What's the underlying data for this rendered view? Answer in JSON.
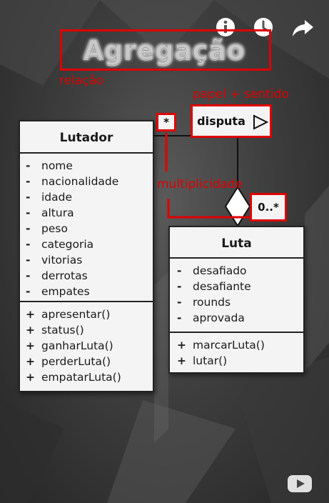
{
  "title": "Agregação",
  "annotations": {
    "relation_label": "relação",
    "role_label": "papel + sentido",
    "multiplicity_label": "multiplicidade"
  },
  "association": {
    "source_multiplicity": "*",
    "role": "disputa",
    "target_multiplicity": "0..*",
    "kind": "aggregation"
  },
  "classes": {
    "lutador": {
      "name": "Lutador",
      "attributes": [
        {
          "vis": "-",
          "name": "nome"
        },
        {
          "vis": "-",
          "name": "nacionalidade"
        },
        {
          "vis": "-",
          "name": "idade"
        },
        {
          "vis": "-",
          "name": "altura"
        },
        {
          "vis": "-",
          "name": "peso"
        },
        {
          "vis": "-",
          "name": "categoria"
        },
        {
          "vis": "-",
          "name": "vitorias"
        },
        {
          "vis": "-",
          "name": "derrotas"
        },
        {
          "vis": "-",
          "name": "empates"
        }
      ],
      "methods": [
        {
          "vis": "+",
          "name": "apresentar()"
        },
        {
          "vis": "+",
          "name": "status()"
        },
        {
          "vis": "+",
          "name": "ganharLuta()"
        },
        {
          "vis": "+",
          "name": "perderLuta()"
        },
        {
          "vis": "+",
          "name": "empatarLuta()"
        }
      ]
    },
    "luta": {
      "name": "Luta",
      "attributes": [
        {
          "vis": "-",
          "name": "desafiado"
        },
        {
          "vis": "-",
          "name": "desafiante"
        },
        {
          "vis": "-",
          "name": "rounds"
        },
        {
          "vis": "-",
          "name": "aprovada"
        }
      ],
      "methods": [
        {
          "vis": "+",
          "name": "marcarLuta()"
        },
        {
          "vis": "+",
          "name": "lutar()"
        }
      ]
    }
  },
  "colors": {
    "highlight": "#e00000",
    "class_fill": "#f4f4f4",
    "class_border": "#222222"
  },
  "icons": [
    "info-icon",
    "clock-icon",
    "share-icon",
    "youtube-logo-icon",
    "triangle-arrow-icon"
  ]
}
